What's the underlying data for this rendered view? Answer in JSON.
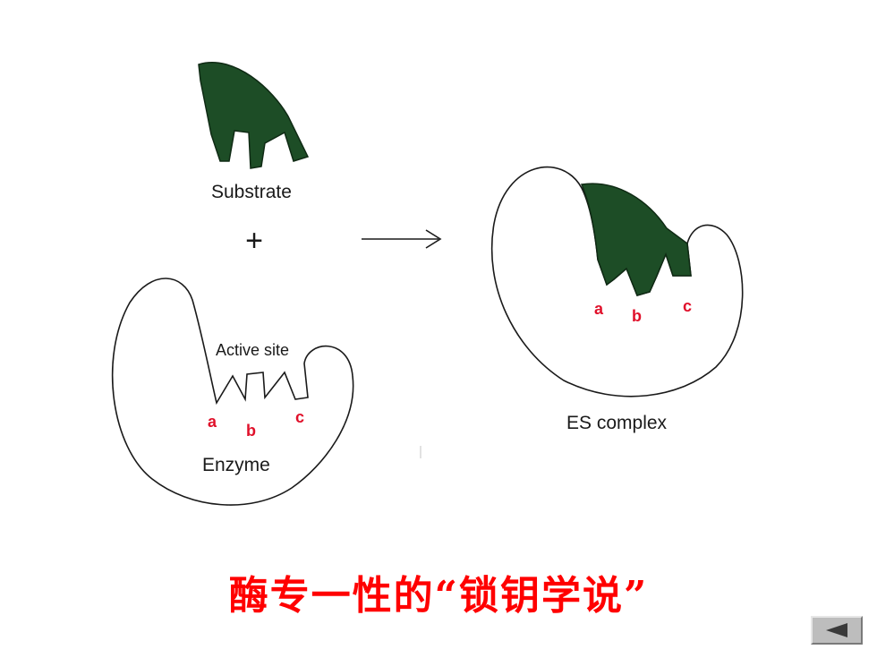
{
  "diagram": {
    "substrate_label": "Substrate",
    "plus_sign": "+",
    "active_site_label": "Active site",
    "enzyme_label": "Enzyme",
    "es_complex_label": "ES complex",
    "sites_enzyme": {
      "a": "a",
      "b": "b",
      "c": "c"
    },
    "sites_complex": {
      "a": "a",
      "b": "b",
      "c": "c"
    }
  },
  "caption": "酶专一性的“锁钥学说”",
  "colors": {
    "substrate_fill": "#1d4d26",
    "site_label": "#e0102a",
    "caption": "#ff0000",
    "outline": "#1a1a1a"
  },
  "icons": {
    "nav_back": "back-triangle-icon"
  }
}
